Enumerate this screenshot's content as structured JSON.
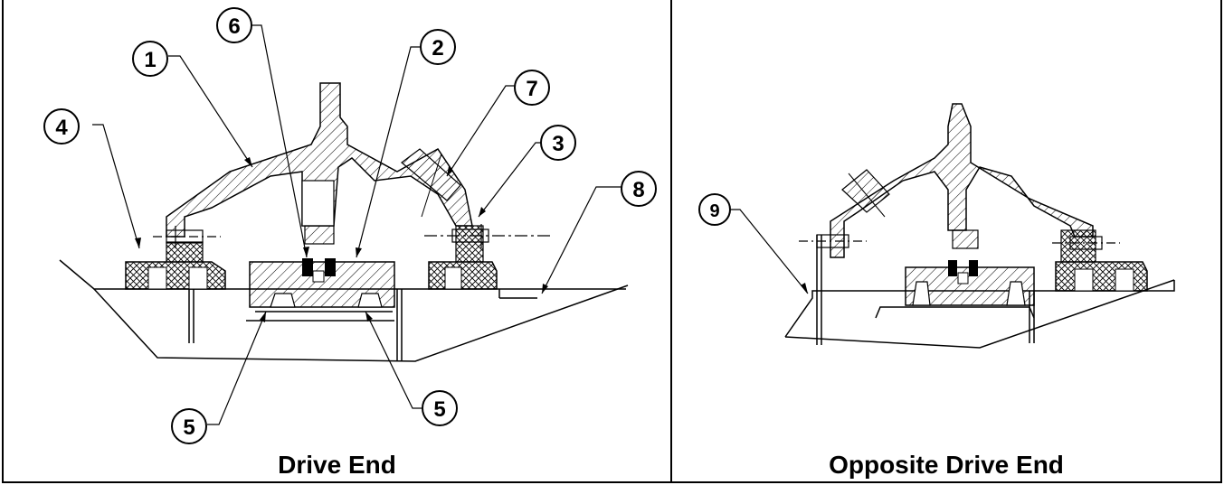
{
  "panels": {
    "left": {
      "caption": "Drive End"
    },
    "right": {
      "caption": "Opposite Drive End"
    }
  },
  "callouts": {
    "c1": "1",
    "c2": "2",
    "c3": "3",
    "c4": "4",
    "c5a": "5",
    "c5b": "5",
    "c6": "6",
    "c7": "7",
    "c8": "8",
    "c9": "9"
  }
}
